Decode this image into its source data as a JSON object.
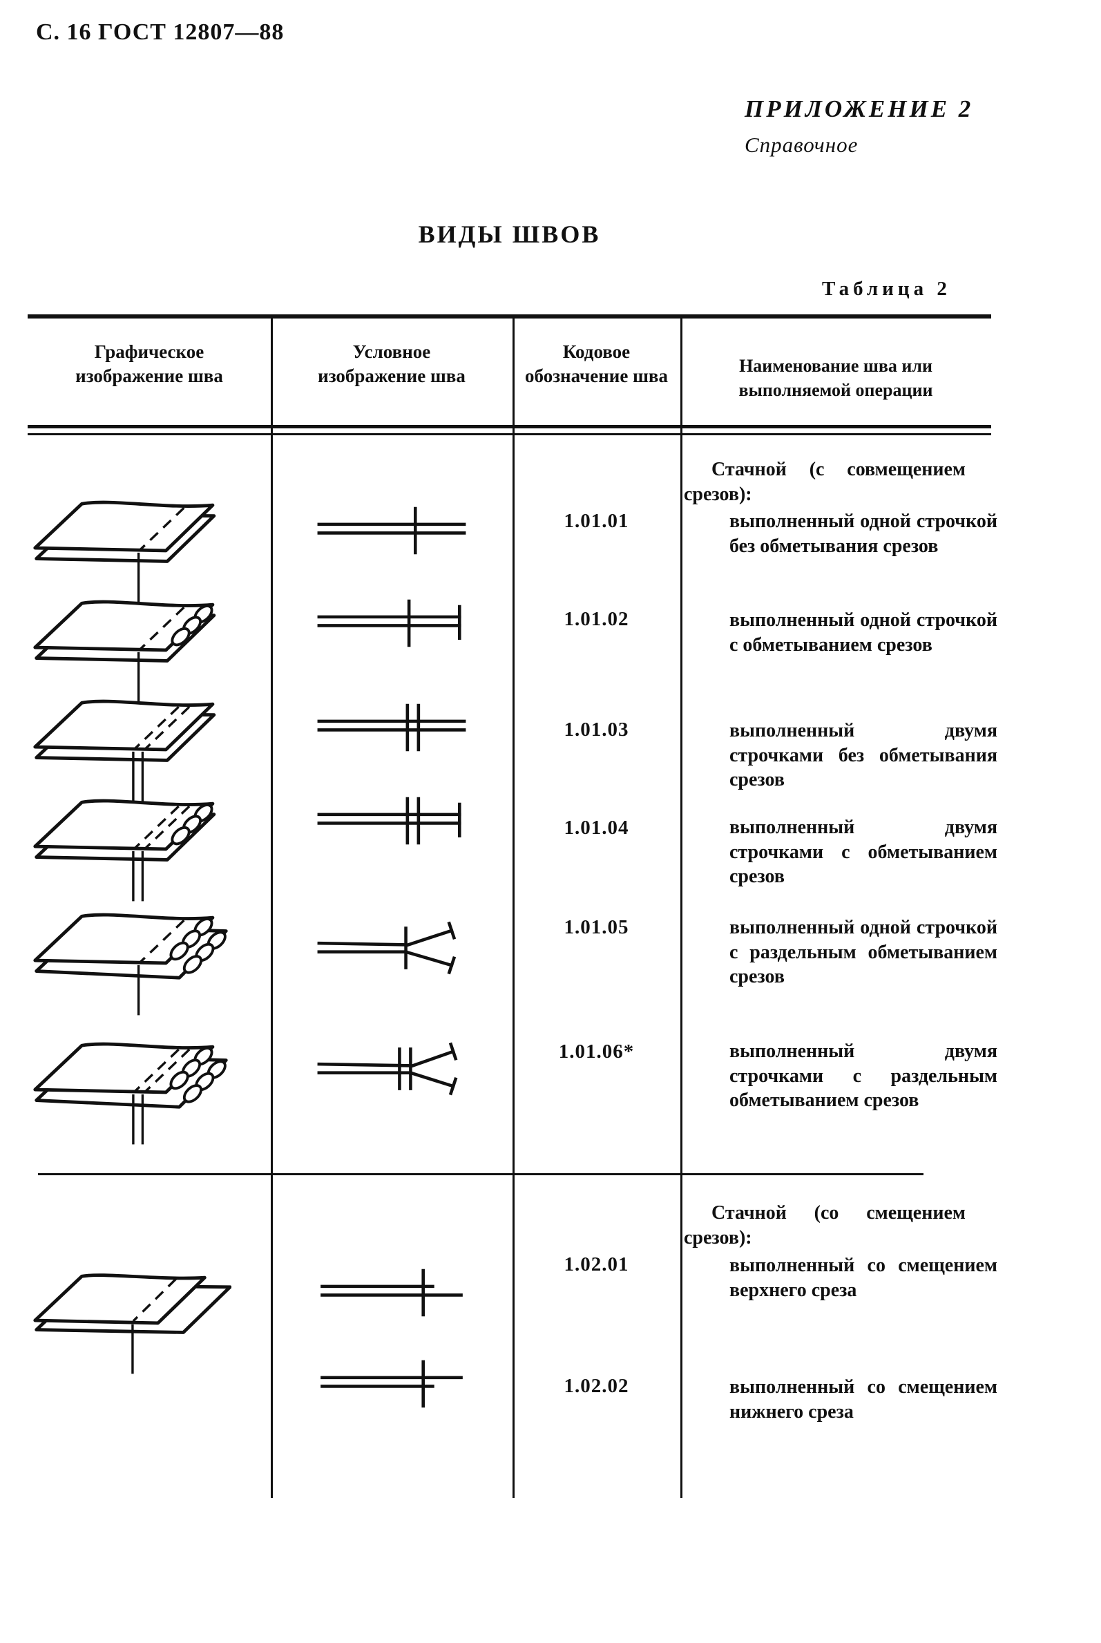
{
  "page": {
    "header": "С. 16 ГОСТ 12807—88",
    "appendix": {
      "line1": "ПРИЛОЖЕНИЕ 2",
      "line2": "Справочное"
    },
    "title": "ВИДЫ ШВОВ",
    "table_caption": "Таблица 2"
  },
  "table": {
    "columns": {
      "graphic": "Графическое изображение шва",
      "symbol": "Условное изображение шва",
      "code": "Кодовое обозначение шва",
      "name": "Наименование шва или выполняемой операции"
    },
    "sections": [
      {
        "heading": "Стачной (с совмещением срезов):",
        "rows": [
          {
            "code": "1.01.01",
            "name": "выполненный одной строчкой без обметывания срезов"
          },
          {
            "code": "1.01.02",
            "name": "выполненный одной строчкой с обметыванием срезов"
          },
          {
            "code": "1.01.03",
            "name": "выполненный двумя строчками без обметывания срезов"
          },
          {
            "code": "1.01.04",
            "name": "выполненный двумя строчками с обметыванием срезов"
          },
          {
            "code": "1.01.05",
            "name": "выполненный одной строчкой с раздельным обметыванием срезов"
          },
          {
            "code": "1.01.06*",
            "name": "выполненный двумя строчками с раздельным обметыванием срезов"
          }
        ]
      },
      {
        "heading": "Стачной (со смещением срезов):",
        "rows": [
          {
            "code": "1.02.01",
            "name": "выполненный со смещением верхнего среза"
          },
          {
            "code": "1.02.02",
            "name": "выполненный со смещением нижнего среза"
          }
        ]
      }
    ]
  },
  "colors": {
    "ink": "#111111",
    "paper": "#ffffff"
  }
}
